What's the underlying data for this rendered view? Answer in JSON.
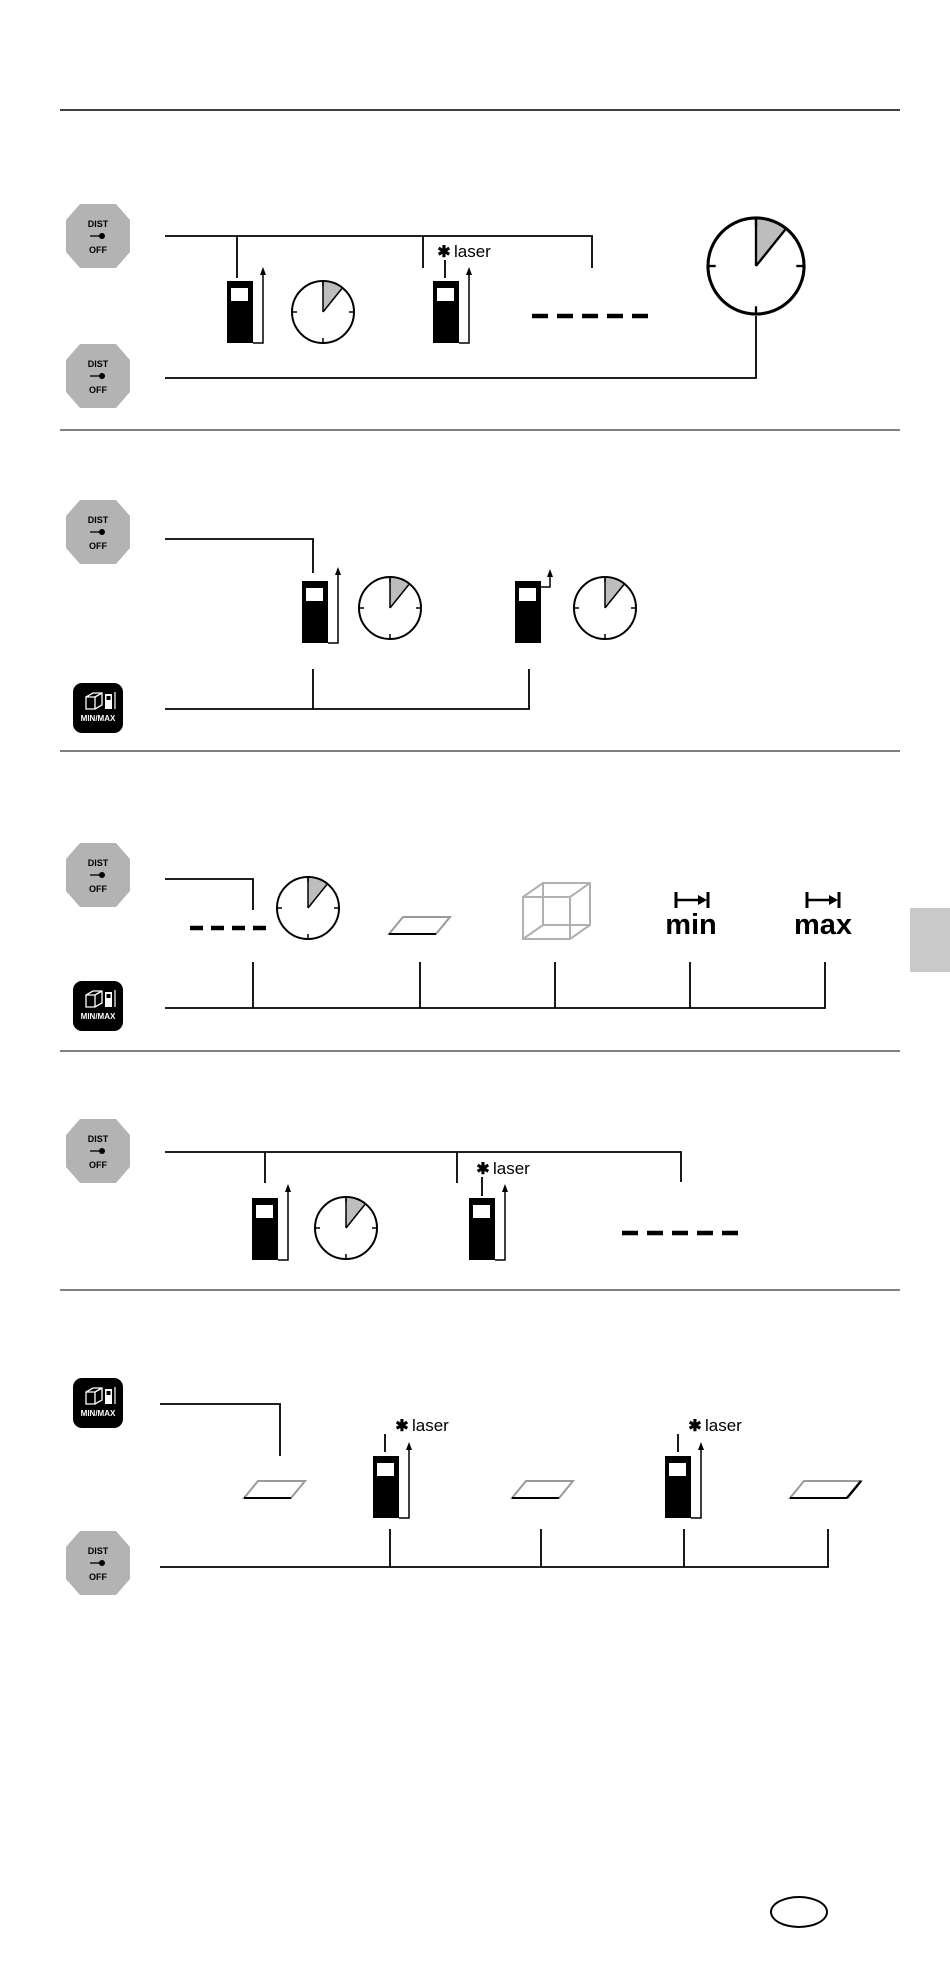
{
  "buttons": {
    "dist": {
      "line1": "DIST",
      "line2": "OFF"
    },
    "minmax": {
      "label": "MIN/MAX"
    }
  },
  "labels": {
    "laser": "laser",
    "min": "min",
    "max": "max"
  },
  "colors": {
    "button_gray": "#b3b3b3",
    "button_black": "#000000",
    "timer_fill": "#bdbdbd",
    "side_tab": "#c9c9c9"
  },
  "icons": [
    "dist-off-button-icon",
    "minmax-button-icon",
    "device-icon",
    "timer-icon",
    "area-icon",
    "volume-icon",
    "min-length-icon",
    "max-length-icon"
  ]
}
